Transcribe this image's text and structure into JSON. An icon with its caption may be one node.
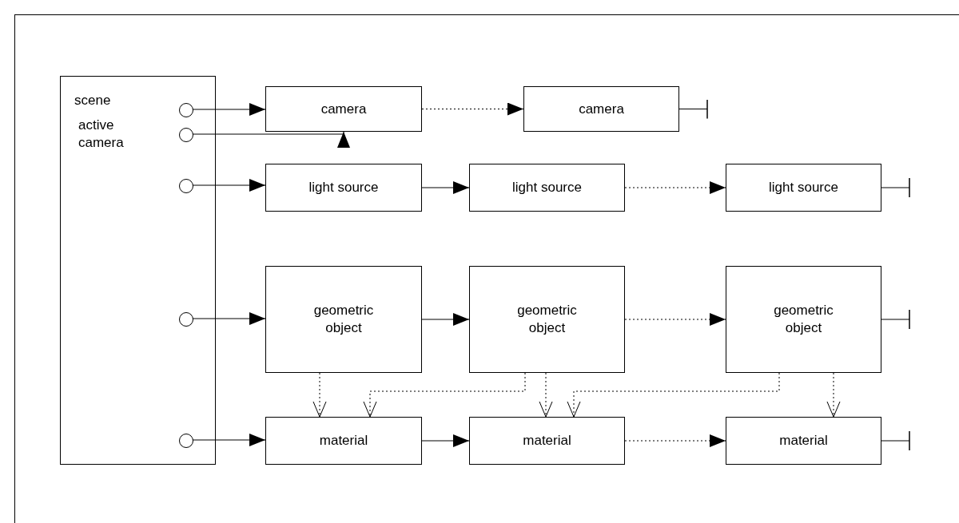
{
  "diagram": {
    "nodes": [
      {
        "text": [
          "scene",
          "active camera"
        ]
      },
      {
        "text": [],
        "shape": "circle",
        "in": 0
      },
      {
        "text": [],
        "shape": "circle",
        "in": 0
      },
      {
        "text": [],
        "shape": "circle",
        "in": 0
      },
      {
        "text": [],
        "shape": "circle",
        "in": 0
      },
      {
        "text": [],
        "shape": "circle",
        "in": 0
      },
      {
        "text": [
          "camera"
        ]
      },
      {
        "text": [
          "camera"
        ]
      },
      {
        "text": [
          "light source"
        ]
      },
      {
        "text": [
          "light source"
        ]
      },
      {
        "text": [
          "light source"
        ]
      },
      {
        "text": [
          "geometric object"
        ]
      },
      {
        "text": [
          "geometric object"
        ]
      },
      {
        "text": [
          "geometric object"
        ]
      },
      {
        "text": [
          "material"
        ]
      },
      {
        "text": [
          "material"
        ]
      },
      {
        "text": [
          "material"
        ]
      }
    ],
    "edges": [
      {
        "from": 1,
        "to": 6,
        "arrow": "to"
      },
      {
        "from": 2,
        "to": 6,
        "arrow": "to"
      },
      {
        "from": 6,
        "to": 7,
        "arrow": "to",
        "style": "dashed"
      },
      {
        "from": 7,
        "to": null,
        "arrow": "other"
      },
      {
        "from": 3,
        "to": 8,
        "arrow": "to"
      },
      {
        "from": 8,
        "to": 9,
        "arrow": "to"
      },
      {
        "from": 9,
        "to": 10,
        "arrow": "to",
        "style": "dashed"
      },
      {
        "from": 10,
        "to": null,
        "arrow": "other"
      },
      {
        "from": 4,
        "to": 11,
        "arrow": "to"
      },
      {
        "from": 11,
        "to": 12,
        "arrow": "to"
      },
      {
        "from": 12,
        "to": 13,
        "arrow": "to",
        "style": "dashed"
      },
      {
        "from": 13,
        "to": null,
        "arrow": "other"
      },
      {
        "from": 5,
        "to": 14,
        "arrow": "to"
      },
      {
        "from": 14,
        "to": 15,
        "arrow": "to"
      },
      {
        "from": 15,
        "to": 16,
        "arrow": "to",
        "style": "dashed"
      },
      {
        "from": 16,
        "to": null,
        "arrow": "other"
      },
      {
        "from": 11,
        "to": 14,
        "arrow": "to",
        "style": "dashed"
      },
      {
        "from": 12,
        "to": 14,
        "arrow": "to",
        "style": "dashed"
      },
      {
        "from": 12,
        "to": 15,
        "arrow": "to",
        "style": "dashed"
      },
      {
        "from": 13,
        "to": 15,
        "arrow": "to",
        "style": "dashed"
      },
      {
        "from": 13,
        "to": 16,
        "arrow": "to",
        "style": "dashed"
      }
    ]
  }
}
